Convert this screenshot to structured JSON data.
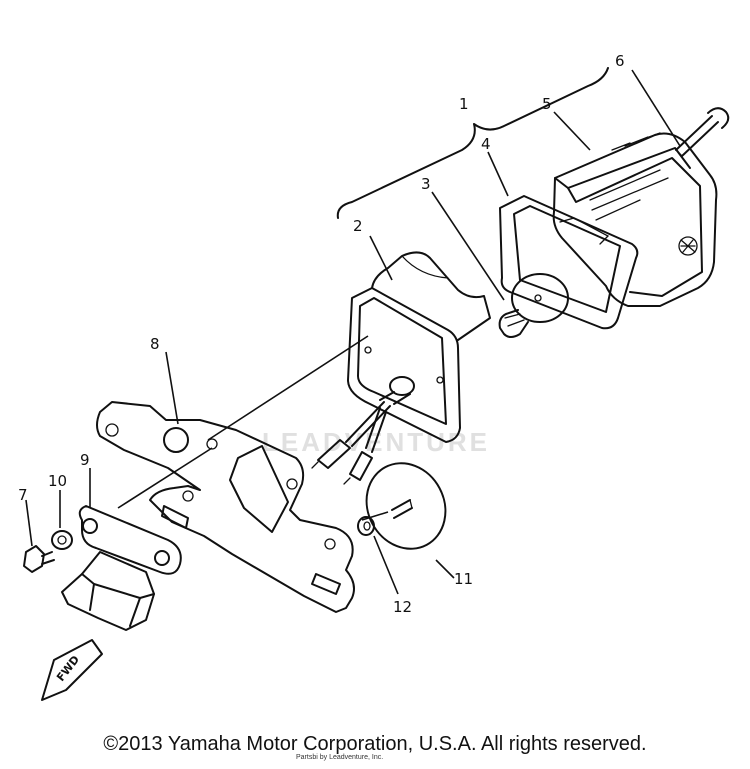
{
  "watermark": "LEADVENTURE",
  "faint_credit": "Partsbi by Leadventure, Inc.",
  "fwd_label": "FWD",
  "copyright": "©2013 Yamaha Motor Corporation, U.S.A. All rights reserved.",
  "callouts": [
    "1",
    "2",
    "3",
    "4",
    "5",
    "6",
    "7",
    "8",
    "9",
    "10",
    "11",
    "12"
  ]
}
